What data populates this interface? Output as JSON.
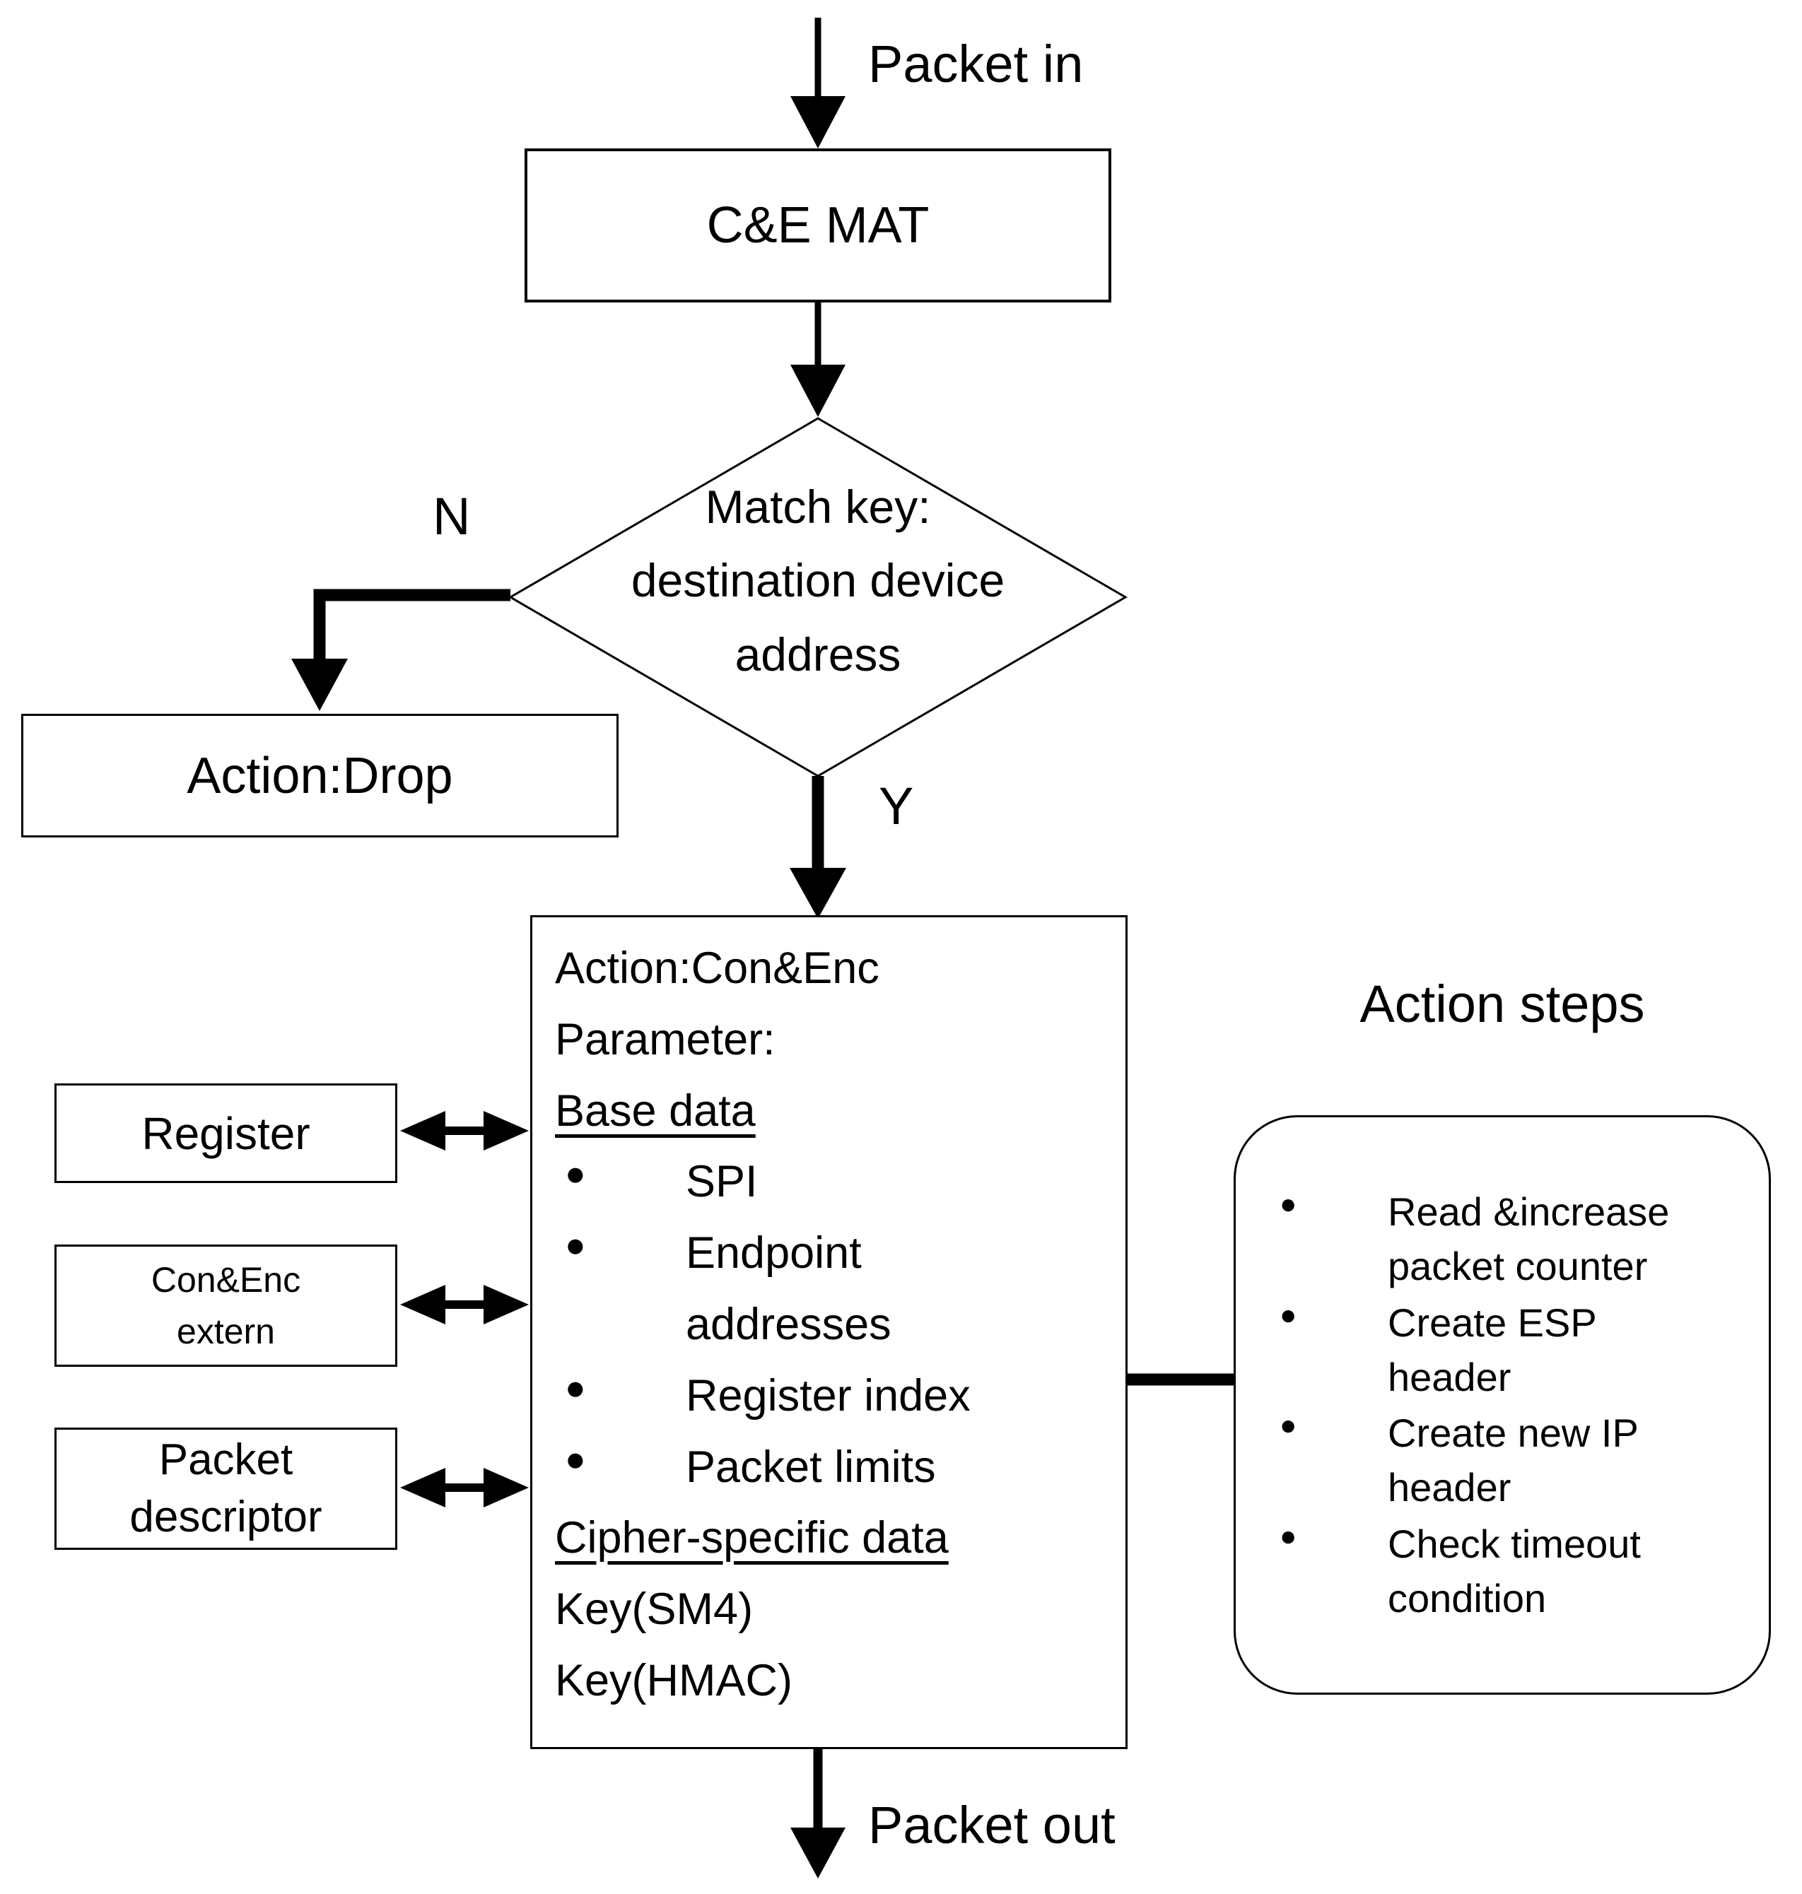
{
  "labels": {
    "packet_in": "Packet in",
    "packet_out": "Packet out",
    "branch_no": "N",
    "branch_yes": "Y",
    "action_steps_title": "Action steps"
  },
  "nodes": {
    "ce_mat": {
      "label": "C&E MAT"
    },
    "match_decision": {
      "lines": [
        "Match key:",
        "destination device",
        "address"
      ]
    },
    "action_drop": {
      "label": "Action:Drop"
    },
    "con_enc_action": {
      "action_line": "Action:Con&Enc",
      "parameter_line": "Parameter:",
      "base_data_heading": "Base data",
      "base_data_items": [
        "SPI",
        "Endpoint addresses",
        "Register index",
        "Packet limits"
      ],
      "cipher_heading": "Cipher-specific data",
      "key_lines": [
        "Key(SM4)",
        "Key(HMAC)"
      ]
    },
    "register": {
      "label": "Register"
    },
    "con_enc_extern": {
      "label": "Con&Enc extern"
    },
    "packet_descriptor": {
      "label": "Packet descriptor"
    },
    "action_steps": {
      "items": [
        "Read &increase packet counter",
        "Create ESP header",
        "Create new IP header",
        "Check timeout condition"
      ]
    }
  },
  "colors": {
    "stroke": "#000000",
    "background": "#ffffff"
  }
}
